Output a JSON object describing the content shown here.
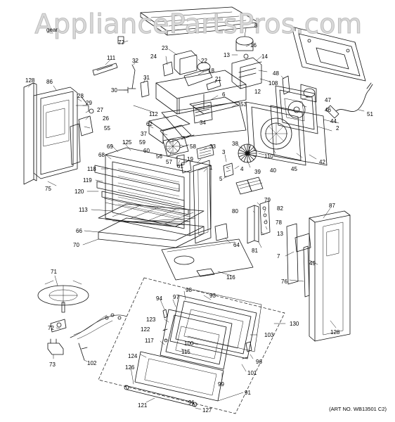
{
  "watermark": "AppliancePartsPros.com",
  "art_number": "(ART NO. WB13501 C2)",
  "callouts": [
    {
      "id": "gear",
      "text": "gear"
    },
    {
      "id": "c77",
      "text": "77"
    },
    {
      "id": "c8",
      "text": "8"
    },
    {
      "id": "c16",
      "text": "16"
    },
    {
      "id": "c13a",
      "text": "13"
    },
    {
      "id": "c14",
      "text": "14"
    },
    {
      "id": "c111",
      "text": "111"
    },
    {
      "id": "c23",
      "text": "23"
    },
    {
      "id": "c24",
      "text": "24"
    },
    {
      "id": "c22",
      "text": "22"
    },
    {
      "id": "c18",
      "text": "18"
    },
    {
      "id": "c32",
      "text": "32"
    },
    {
      "id": "c31",
      "text": "31"
    },
    {
      "id": "c21",
      "text": "21"
    },
    {
      "id": "c30",
      "text": "30"
    },
    {
      "id": "c128a",
      "text": "128"
    },
    {
      "id": "c86",
      "text": "86"
    },
    {
      "id": "c12",
      "text": "12"
    },
    {
      "id": "c108",
      "text": "108"
    },
    {
      "id": "c48",
      "text": "48"
    },
    {
      "id": "c47",
      "text": "47"
    },
    {
      "id": "c46",
      "text": "46"
    },
    {
      "id": "c51",
      "text": "51"
    },
    {
      "id": "c28",
      "text": "28"
    },
    {
      "id": "c29",
      "text": "29"
    },
    {
      "id": "c27",
      "text": "27"
    },
    {
      "id": "c26",
      "text": "26"
    },
    {
      "id": "c55",
      "text": "55"
    },
    {
      "id": "c6",
      "text": "6"
    },
    {
      "id": "c53",
      "text": "53"
    },
    {
      "id": "c44",
      "text": "44"
    },
    {
      "id": "c2",
      "text": "2"
    },
    {
      "id": "c62",
      "text": "62"
    },
    {
      "id": "c112",
      "text": "112"
    },
    {
      "id": "c34",
      "text": "34"
    },
    {
      "id": "c37",
      "text": "37"
    },
    {
      "id": "c59",
      "text": "59"
    },
    {
      "id": "c58",
      "text": "58"
    },
    {
      "id": "c60",
      "text": "60"
    },
    {
      "id": "c56",
      "text": "56"
    },
    {
      "id": "c57",
      "text": "57"
    },
    {
      "id": "c61",
      "text": "61"
    },
    {
      "id": "c33",
      "text": "33"
    },
    {
      "id": "c125",
      "text": "125"
    },
    {
      "id": "c69",
      "text": "69"
    },
    {
      "id": "c68",
      "text": "68"
    },
    {
      "id": "c19",
      "text": "19"
    },
    {
      "id": "c1",
      "text": "1"
    },
    {
      "id": "c3",
      "text": "3"
    },
    {
      "id": "c38",
      "text": "38"
    },
    {
      "id": "c110",
      "text": "110"
    },
    {
      "id": "c45",
      "text": "45"
    },
    {
      "id": "c42",
      "text": "42"
    },
    {
      "id": "c4",
      "text": "4"
    },
    {
      "id": "c39",
      "text": "39"
    },
    {
      "id": "c40",
      "text": "40"
    },
    {
      "id": "c5",
      "text": "5"
    },
    {
      "id": "c75",
      "text": "75"
    },
    {
      "id": "c118",
      "text": "118"
    },
    {
      "id": "c119",
      "text": "119"
    },
    {
      "id": "c120",
      "text": "120"
    },
    {
      "id": "c113",
      "text": "113"
    },
    {
      "id": "c79",
      "text": "79"
    },
    {
      "id": "c82",
      "text": "82"
    },
    {
      "id": "c78",
      "text": "78"
    },
    {
      "id": "c80",
      "text": "80"
    },
    {
      "id": "c13b",
      "text": "13"
    },
    {
      "id": "c87",
      "text": "87"
    },
    {
      "id": "c66",
      "text": "66"
    },
    {
      "id": "c70",
      "text": "70"
    },
    {
      "id": "c64",
      "text": "64"
    },
    {
      "id": "c81",
      "text": "81"
    },
    {
      "id": "c7",
      "text": "7"
    },
    {
      "id": "c49",
      "text": "49"
    },
    {
      "id": "c116",
      "text": "116"
    },
    {
      "id": "c76",
      "text": "76"
    },
    {
      "id": "c71",
      "text": "71"
    },
    {
      "id": "c94",
      "text": "94"
    },
    {
      "id": "c97",
      "text": "97"
    },
    {
      "id": "c98",
      "text": "98"
    },
    {
      "id": "c93",
      "text": "93"
    },
    {
      "id": "c130",
      "text": "130"
    },
    {
      "id": "c123",
      "text": "123"
    },
    {
      "id": "c72",
      "text": "72"
    },
    {
      "id": "c122",
      "text": "122"
    },
    {
      "id": "c103",
      "text": "103"
    },
    {
      "id": "c128b",
      "text": "128"
    },
    {
      "id": "c117",
      "text": "117"
    },
    {
      "id": "c100",
      "text": "100"
    },
    {
      "id": "c115",
      "text": "115"
    },
    {
      "id": "c73",
      "text": "73"
    },
    {
      "id": "c102",
      "text": "102"
    },
    {
      "id": "c124",
      "text": "124"
    },
    {
      "id": "c96",
      "text": "96"
    },
    {
      "id": "c101",
      "text": "101"
    },
    {
      "id": "c126",
      "text": "126"
    },
    {
      "id": "c99",
      "text": "99"
    },
    {
      "id": "c91a",
      "text": "91"
    },
    {
      "id": "c121",
      "text": "121"
    },
    {
      "id": "c91b",
      "text": "91"
    },
    {
      "id": "c127",
      "text": "127"
    }
  ]
}
